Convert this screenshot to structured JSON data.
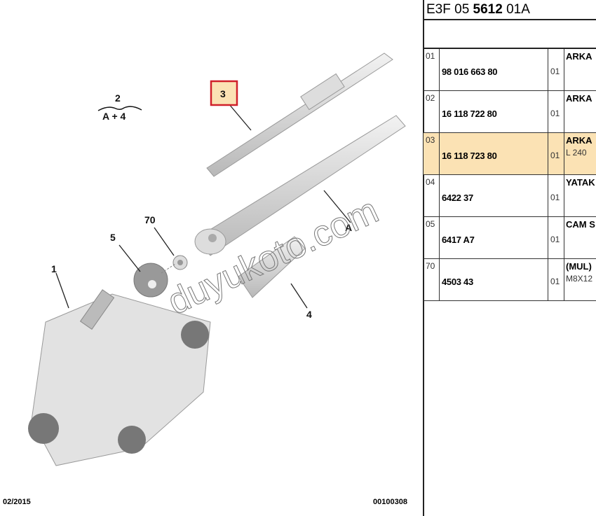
{
  "diagram": {
    "callouts": {
      "group_number": "2",
      "group_formula": "A + 4",
      "blade": "3",
      "arm": "A",
      "motor": "1",
      "cap": "5",
      "nut": "70",
      "cover": "4"
    },
    "highlight_color": "#fbe2b4",
    "highlight_border": "#d0202a",
    "watermark": "duyukoto.com",
    "footer_date": "02/2015",
    "footer_code": "00100308"
  },
  "table": {
    "title_prefix": "E3F 05 ",
    "title_bold": "5612",
    "title_suffix": " 01A",
    "rows": [
      {
        "idx": "01",
        "part": "98 016 663 80",
        "qty": "01",
        "desc": "ARKA",
        "desc2": ""
      },
      {
        "idx": "02",
        "part": "16 118 722 80",
        "qty": "01",
        "desc": "ARKA",
        "desc2": ""
      },
      {
        "idx": "03",
        "part": "16 118 723 80",
        "qty": "01",
        "desc": "ARKA",
        "desc2": "L 240"
      },
      {
        "idx": "04",
        "part": "6422 37",
        "qty": "01",
        "desc": "YATAK",
        "desc2": ""
      },
      {
        "idx": "05",
        "part": "6417 A7",
        "qty": "01",
        "desc": "CAM S",
        "desc2": ""
      },
      {
        "idx": "70",
        "part": "4503 43",
        "qty": "01",
        "desc": "(MUL)",
        "desc2": "M8X12"
      }
    ]
  }
}
